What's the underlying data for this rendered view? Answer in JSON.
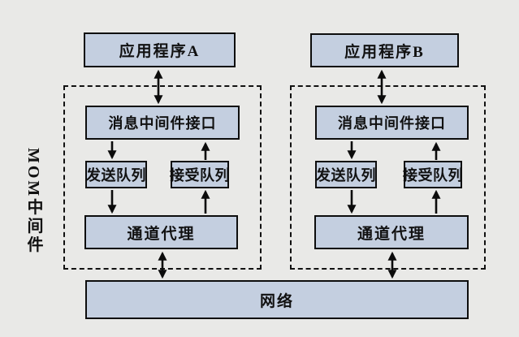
{
  "colors": {
    "background": "#e9e9e7",
    "box_fill": "#c4cfe0",
    "box_border": "#0d0d0d",
    "arrow": "#0b0b0b"
  },
  "diagram": {
    "side_label": "MOM中间件",
    "network_label": "网络",
    "groups": [
      {
        "app": "应用程序A",
        "interface": "消息中间件接口",
        "send_queue": "发送队列",
        "receive_queue": "接受队列",
        "channel_agent": "通道代理"
      },
      {
        "app": "应用程序B",
        "interface": "消息中间件接口",
        "send_queue": "发送队列",
        "receive_queue": "接受队列",
        "channel_agent": "通道代理"
      }
    ]
  }
}
